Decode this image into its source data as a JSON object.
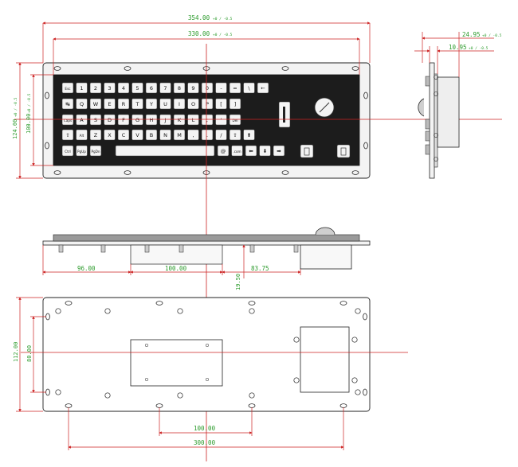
{
  "colors": {
    "dimension": "#2a9a2a",
    "centerline": "#cc2222",
    "outline": "#222222",
    "plate": "#f3f3f3",
    "panel": "#1c1c1c",
    "key": "#f4f4f4"
  },
  "front_view": {
    "dims": {
      "overall_width": "354.00",
      "overall_width_tol": "+0 / -0.5",
      "inner_width": "330.00",
      "inner_width_tol": "+0 / -0.5",
      "overall_height": "124.00",
      "overall_height_tol": "+0 / -0.5",
      "inner_height": "100.00",
      "inner_height_tol": "+0 / -0.5"
    },
    "keyboard_rows": [
      [
        "Esc",
        "1",
        "2",
        "3",
        "4",
        "5",
        "6",
        "7",
        "8",
        "9",
        "0",
        "-",
        "=",
        "\\",
        "←"
      ],
      [
        "↹",
        "Q",
        "W",
        "E",
        "R",
        "T",
        "Y",
        "U",
        "I",
        "O",
        "P",
        "[",
        "]"
      ],
      [
        "Caps",
        "A",
        "S",
        "D",
        "F",
        "G",
        "H",
        "J",
        "K",
        "L",
        ";",
        "'",
        "Del"
      ],
      [
        "⇧",
        "Alt",
        "Z",
        "X",
        "C",
        "V",
        "B",
        "N",
        "M",
        ",",
        ".",
        "/",
        "⇧",
        "⬆"
      ],
      [
        "Ctrl",
        "PgUp",
        "PgDn",
        "",
        "@",
        ".com",
        "⬅",
        "⬇",
        "➡"
      ]
    ]
  },
  "side_view": {
    "dims": {
      "depth_total": "24.95",
      "depth_total_tol": "+0 / -0.5",
      "depth_front": "10.95",
      "depth_front_tol": "+0 / -0.5"
    }
  },
  "top_view": {
    "dims": {
      "left_offset": "96.00",
      "center_span": "100.00",
      "right_offset": "83.75",
      "vertical_offset": "19.50"
    }
  },
  "back_view": {
    "dims": {
      "overall_height": "112.00",
      "hole_span_vertical": "80.00",
      "hole_span_center": "100.00",
      "hole_span_total": "300.00"
    }
  }
}
